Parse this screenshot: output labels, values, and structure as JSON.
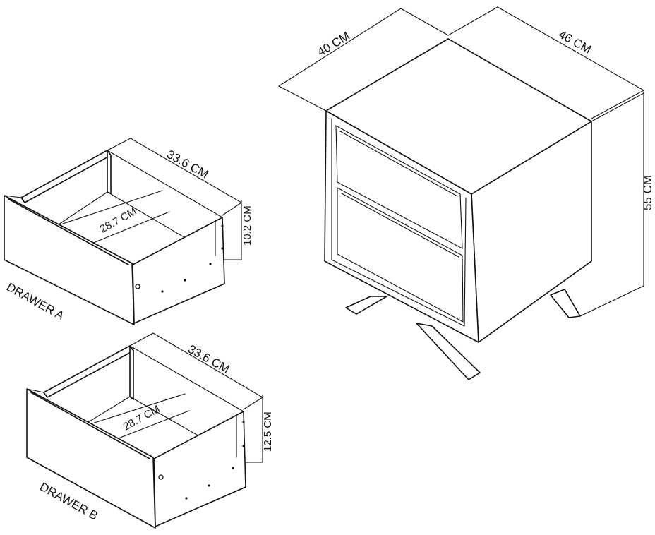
{
  "nightstand": {
    "width_label": "40 CM",
    "depth_label": "46 CM",
    "height_label": "55 CM"
  },
  "drawer_a": {
    "name": "DRAWER A",
    "depth_label": "33.6 CM",
    "width_label": "28.7 CM",
    "height_label": "10.2 CM"
  },
  "drawer_b": {
    "name": "DRAWER B",
    "depth_label": "33.6 CM",
    "width_label": "28.7 CM",
    "height_label": "12.5 CM"
  }
}
